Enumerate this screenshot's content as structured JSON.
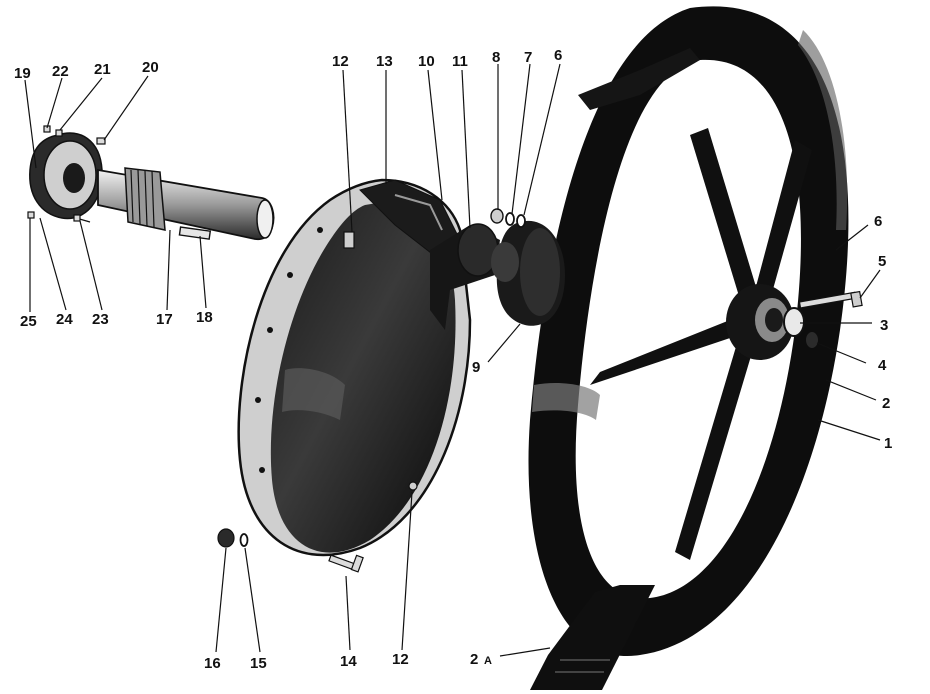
{
  "callouts": [
    {
      "id": "c19",
      "text": "19"
    },
    {
      "id": "c22",
      "text": "22"
    },
    {
      "id": "c21",
      "text": "21"
    },
    {
      "id": "c20",
      "text": "20"
    },
    {
      "id": "c25",
      "text": "25"
    },
    {
      "id": "c24",
      "text": "24"
    },
    {
      "id": "c23",
      "text": "23"
    },
    {
      "id": "c17",
      "text": "17"
    },
    {
      "id": "c18",
      "text": "18"
    },
    {
      "id": "c12a",
      "text": "12"
    },
    {
      "id": "c13",
      "text": "13"
    },
    {
      "id": "c10",
      "text": "10"
    },
    {
      "id": "c11",
      "text": "11"
    },
    {
      "id": "c8",
      "text": "8"
    },
    {
      "id": "c7",
      "text": "7"
    },
    {
      "id": "c6a",
      "text": "6"
    },
    {
      "id": "c9",
      "text": "9"
    },
    {
      "id": "c6b",
      "text": "6"
    },
    {
      "id": "c5",
      "text": "5"
    },
    {
      "id": "c3",
      "text": "3"
    },
    {
      "id": "c4",
      "text": "4"
    },
    {
      "id": "c2",
      "text": "2"
    },
    {
      "id": "c1",
      "text": "1"
    },
    {
      "id": "c16",
      "text": "16"
    },
    {
      "id": "c15",
      "text": "15"
    },
    {
      "id": "c14",
      "text": "14"
    },
    {
      "id": "c12b",
      "text": "12"
    },
    {
      "id": "c2a",
      "text": "2",
      "suffix": "A"
    }
  ],
  "colors": {
    "ink": "#111111",
    "paper": "#ffffff",
    "grey": "#6d6d6d"
  }
}
